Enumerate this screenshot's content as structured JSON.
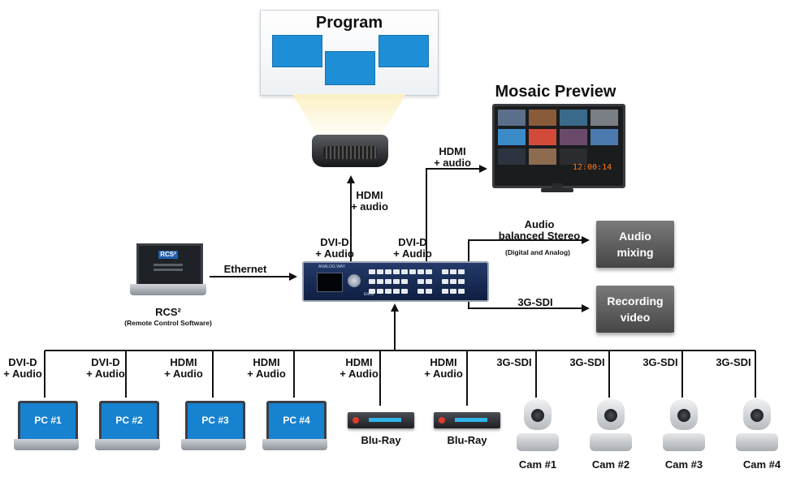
{
  "program": {
    "title": "Program"
  },
  "mosaic": {
    "title": "Mosaic Preview",
    "clock": "12:00:14"
  },
  "links": {
    "projector_hdmi": "HDMI\n+ audio",
    "monitor_hdmi": "HDMI\n+ audio",
    "ethernet": "Ethernet",
    "out_dvi_left": "DVI-D\n+ Audio",
    "out_dvi_right": "DVI-D\n+ Audio",
    "audio_out": "Audio\nbalanced Stereo",
    "audio_sub": "(Digital and Analog)",
    "sdi_out": "3G-SDI"
  },
  "outputs": {
    "audio_mixing": "Audio\nmixing",
    "recording_video": "Recording\nvideo"
  },
  "rcs": {
    "title": "RCS²",
    "subtitle": "(Remote Control Software)",
    "logo": "RCS²"
  },
  "switcher": {
    "brand": "ANALOG WAY",
    "model": "Eikos"
  },
  "sources": [
    {
      "link": "DVI-D\n+ Audio",
      "label": "PC #1"
    },
    {
      "link": "DVI-D\n+ Audio",
      "label": "PC #2"
    },
    {
      "link": "HDMI\n+ Audio",
      "label": "PC #3"
    },
    {
      "link": "HDMI\n+ Audio",
      "label": "PC #4"
    },
    {
      "link": "HDMI\n+ Audio",
      "label": "Blu-Ray"
    },
    {
      "link": "HDMI\n+ Audio",
      "label": "Blu-Ray"
    },
    {
      "link": "3G-SDI",
      "label": "Cam #1"
    },
    {
      "link": "3G-SDI",
      "label": "Cam #2"
    },
    {
      "link": "3G-SDI",
      "label": "Cam #3"
    },
    {
      "link": "3G-SDI",
      "label": "Cam #4"
    }
  ],
  "colors": {
    "accent_blue": "#1e8ed6",
    "box_gray": "#555555",
    "wire": "#111111"
  },
  "icons": [
    "projector-icon",
    "monitor-icon",
    "laptop-icon",
    "bluray-player-icon",
    "ptz-camera-icon",
    "switcher-icon"
  ]
}
